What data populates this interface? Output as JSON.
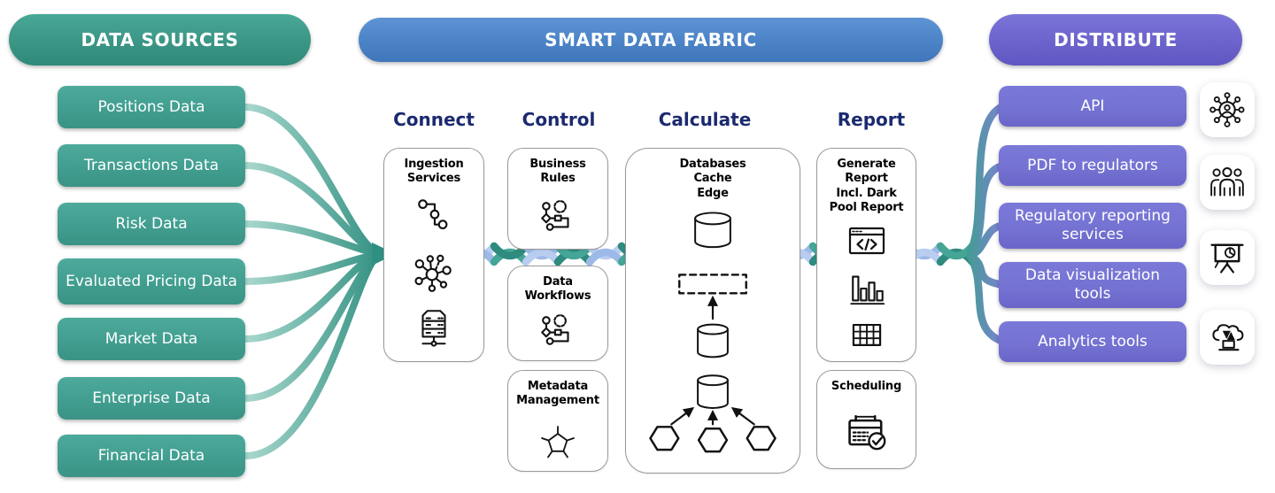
{
  "colors": {
    "teal": "#43a193",
    "teal_dark": "#2e8b7d",
    "blue_header": "#4e86c9",
    "purple": "#7472d2",
    "navy_text": "#1b2a70",
    "rope": [
      "#2e8b7d",
      "#9db9e8",
      "#45a596",
      "#b8cdf0"
    ],
    "fan_start": "#3f9e8e",
    "fan_end": "#8280da"
  },
  "sources": {
    "header": "DATA SOURCES",
    "items": [
      "Positions Data",
      "Transactions Data",
      "Risk Data",
      "Evaluated Pricing Data",
      "Market Data",
      "Enterprise Data",
      "Financial Data"
    ]
  },
  "fabric": {
    "header": "SMART DATA FABRIC",
    "column_labels": [
      "Connect",
      "Control",
      "Calculate",
      "Report"
    ],
    "boxes": {
      "ingestion": {
        "title": "Ingestion\nServices",
        "icons": [
          "chain-nodes-icon",
          "network-hub-icon",
          "server-stack-icon"
        ]
      },
      "business_rules": {
        "title": "Business\nRules",
        "icons": [
          "workflow-gear-icon"
        ]
      },
      "data_workflows": {
        "title": "Data\nWorkflows",
        "icons": [
          "workflow-gear-icon"
        ]
      },
      "metadata": {
        "title": "Metadata\nManagement",
        "icons": [
          "molecule-pentagon-icon"
        ]
      },
      "calculate": {
        "title": "Databases\nCache\nEdge",
        "icons": [
          "database-cylinder-icon",
          "cache-dashed-rect-icon",
          "database-cylinder-icon",
          "hexagon-feeds-icon"
        ]
      },
      "generate_report": {
        "title": "Generate\nReport\nIncl. Dark\nPool Report",
        "icons": [
          "code-window-icon",
          "bar-chart-icon",
          "table-grid-icon"
        ]
      },
      "scheduling": {
        "title": "Scheduling",
        "icons": [
          "calendar-check-icon"
        ]
      }
    }
  },
  "distribute": {
    "header": "DISTRIBUTE",
    "items": [
      "API",
      "PDF to regulators",
      "Regulatory reporting services",
      "Data visualization tools",
      "Analytics tools"
    ],
    "icons": [
      "api-network-icon",
      "people-group-icon",
      "presentation-chart-icon",
      "cloud-transfer-icon"
    ]
  }
}
